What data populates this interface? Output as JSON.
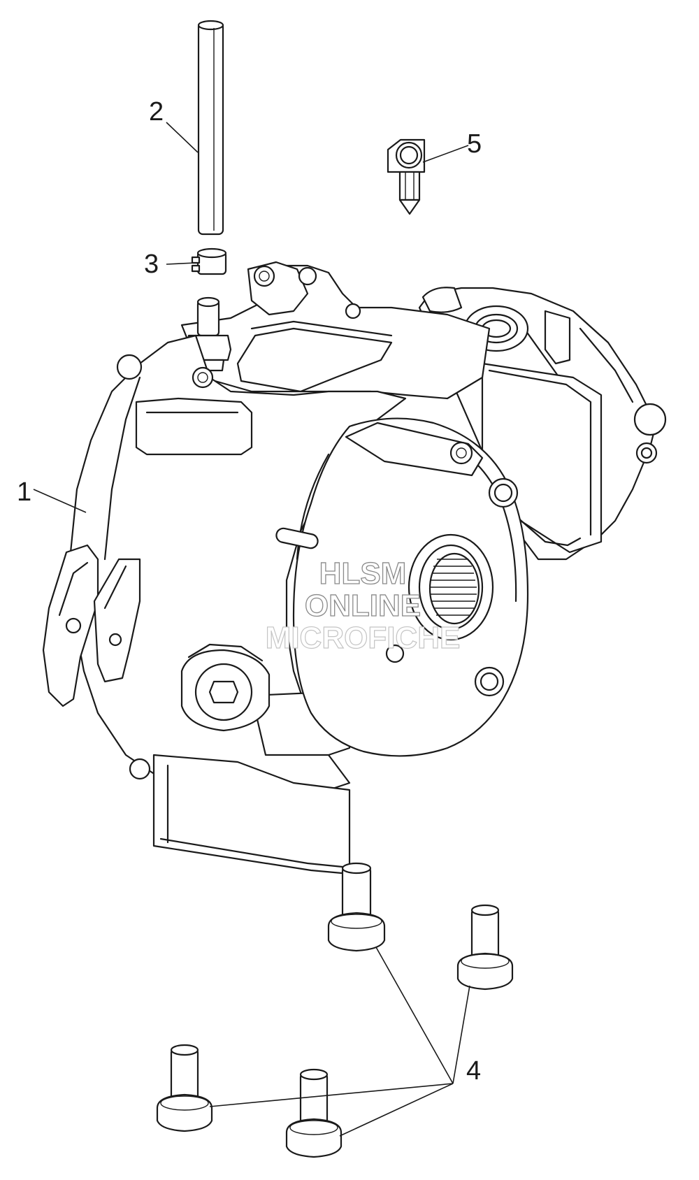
{
  "diagram": {
    "callouts": [
      {
        "id": "1",
        "label": "1"
      },
      {
        "id": "2",
        "label": "2"
      },
      {
        "id": "3",
        "label": "3"
      },
      {
        "id": "4",
        "label": "4"
      },
      {
        "id": "5",
        "label": "5"
      }
    ],
    "watermark": {
      "line1": "HLSM",
      "line2": "ONLINE",
      "line3": "MICROFICHE"
    }
  }
}
